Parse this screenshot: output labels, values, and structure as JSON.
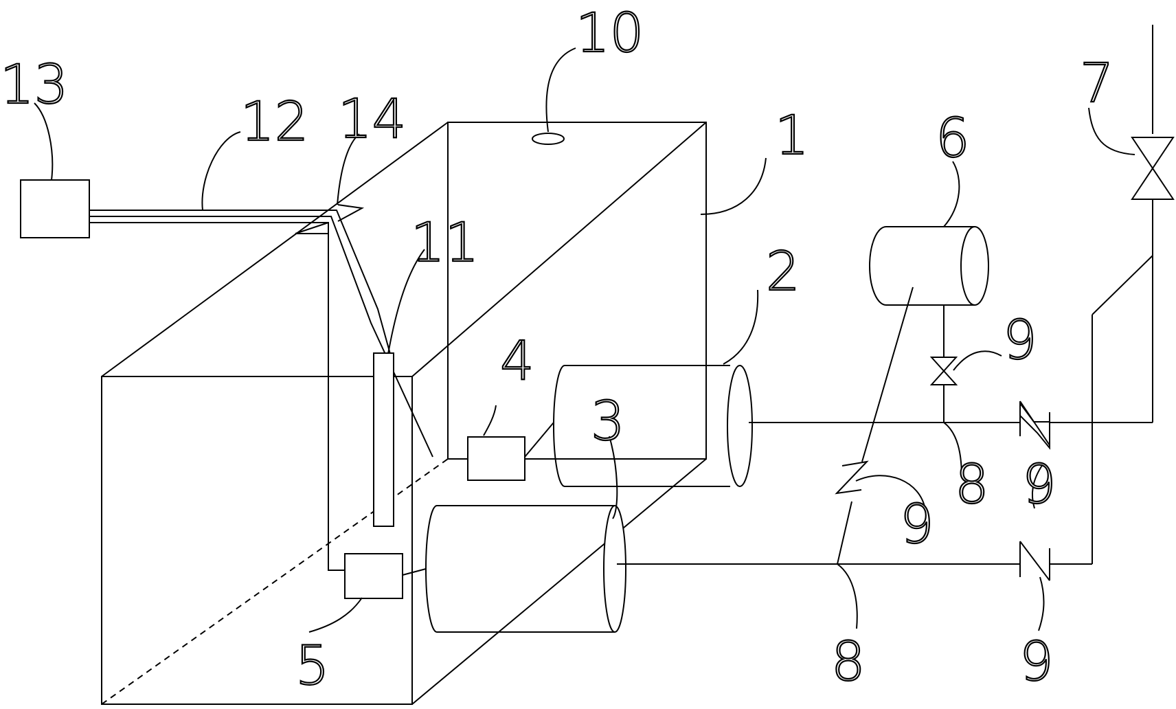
{
  "diagram": {
    "labels": {
      "tank": "1",
      "upper_cylinder": "2",
      "lower_cylinder": "3",
      "upper_pump": "4",
      "lower_pump": "5",
      "top_cylinder": "6",
      "main_valve": "7",
      "junction_upper": "8",
      "junction_lower": "8",
      "valve_top": "9",
      "valve_upper_right": "9",
      "valve_diagonal": "9",
      "valve_lower_right": "9",
      "vent": "10",
      "level_sensor": "11",
      "cable": "12",
      "controller": "13",
      "bracket": "14"
    }
  }
}
